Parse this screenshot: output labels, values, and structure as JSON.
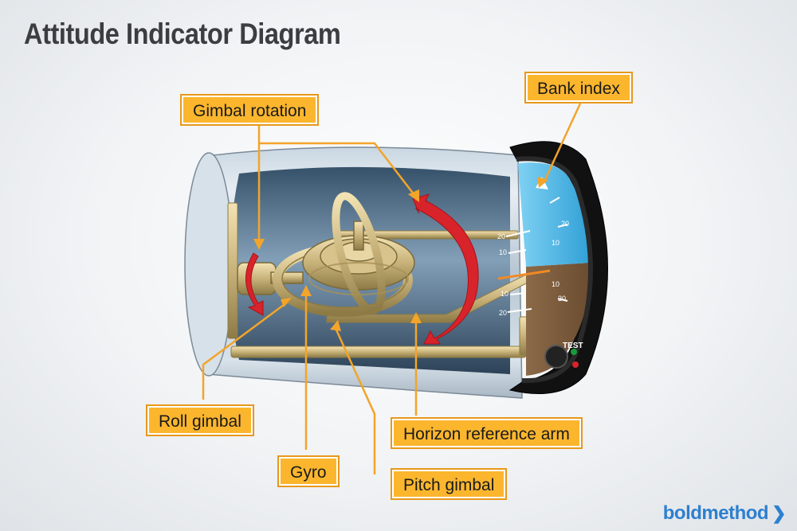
{
  "title": "Attitude Indicator Diagram",
  "labels": {
    "gimbal_rotation": "Gimbal rotation",
    "bank_index": "Bank index",
    "roll_gimbal": "Roll gimbal",
    "gyro": "Gyro",
    "horizon_reference_arm": "Horizon reference arm",
    "pitch_gimbal": "Pitch gimbal"
  },
  "instrument": {
    "pitch_marks": [
      "20",
      "10",
      "10",
      "20"
    ],
    "dial_marks": [
      "20",
      "10",
      "10",
      "20"
    ],
    "test_button": "TEST"
  },
  "logo": {
    "text": "boldmethod",
    "icon": "chevron-right-icon"
  },
  "colors": {
    "callout_fill": "#fbb62e",
    "leader_line": "#f3a42a",
    "arrow_red": "#d8232a",
    "brass": "#c8b27a",
    "sky": "#4bb7e6",
    "ground": "#7b5a3c",
    "logo_blue": "#2e7fcf"
  }
}
